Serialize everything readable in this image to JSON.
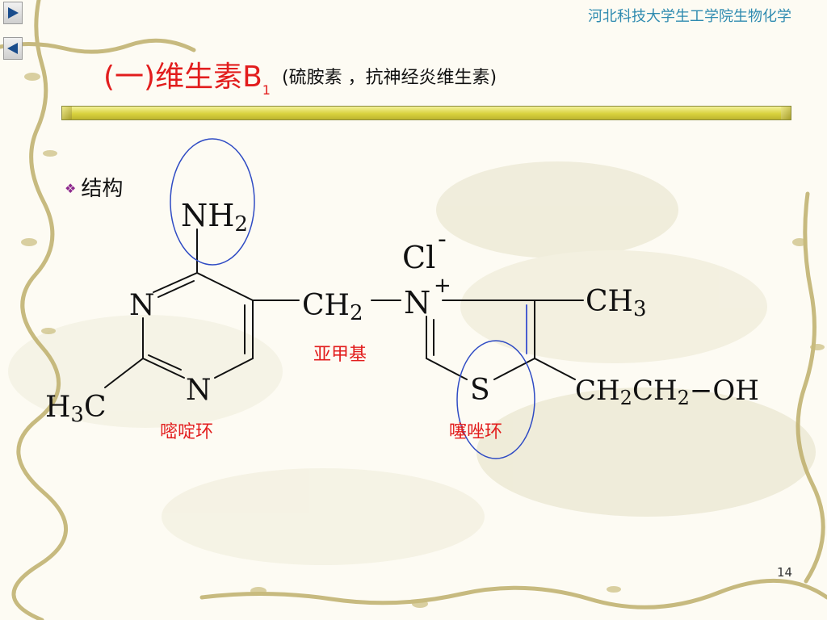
{
  "nav": {
    "next_icon": "triangle-right-icon",
    "prev_icon": "triangle-left-icon"
  },
  "header": {
    "institution": "河北科技大学生工学院生物化学"
  },
  "title": {
    "main": "(一)维生素B",
    "subscript": "1",
    "alias": "(硫胺素 ，抗神经炎维生素)"
  },
  "bullet": {
    "text": "结构",
    "icon": "diamond-bullet-icon"
  },
  "structure": {
    "atoms": {
      "nh2_n": "NH",
      "nh2_sub": "2",
      "n_ring_top": "N",
      "n_ring_bottom": "N",
      "h3c_h": "H",
      "h3c_sub": "3",
      "h3c_c": "C",
      "ch2_c": "CH",
      "ch2_sub": "2",
      "n_thiazole": "N",
      "n_charge": "+",
      "cl": "Cl",
      "cl_charge": "-",
      "ch3_c": "CH",
      "ch3_sub": "3",
      "s": "S",
      "chain_ch_a": "CH",
      "chain_sub_a": "2",
      "chain_ch_b": "CH",
      "chain_sub_b": "2",
      "chain_oh": "−OH"
    },
    "labels": {
      "methylene": "亚甲基",
      "pyrimidine": "嘧啶环",
      "thiazole": "噻唑环"
    }
  },
  "colors": {
    "title": "#e21d1d",
    "labels": "#e21d1d",
    "highlight_circle": "#2f4bc4",
    "header": "#2f8bb0"
  },
  "page": {
    "number": "14"
  }
}
